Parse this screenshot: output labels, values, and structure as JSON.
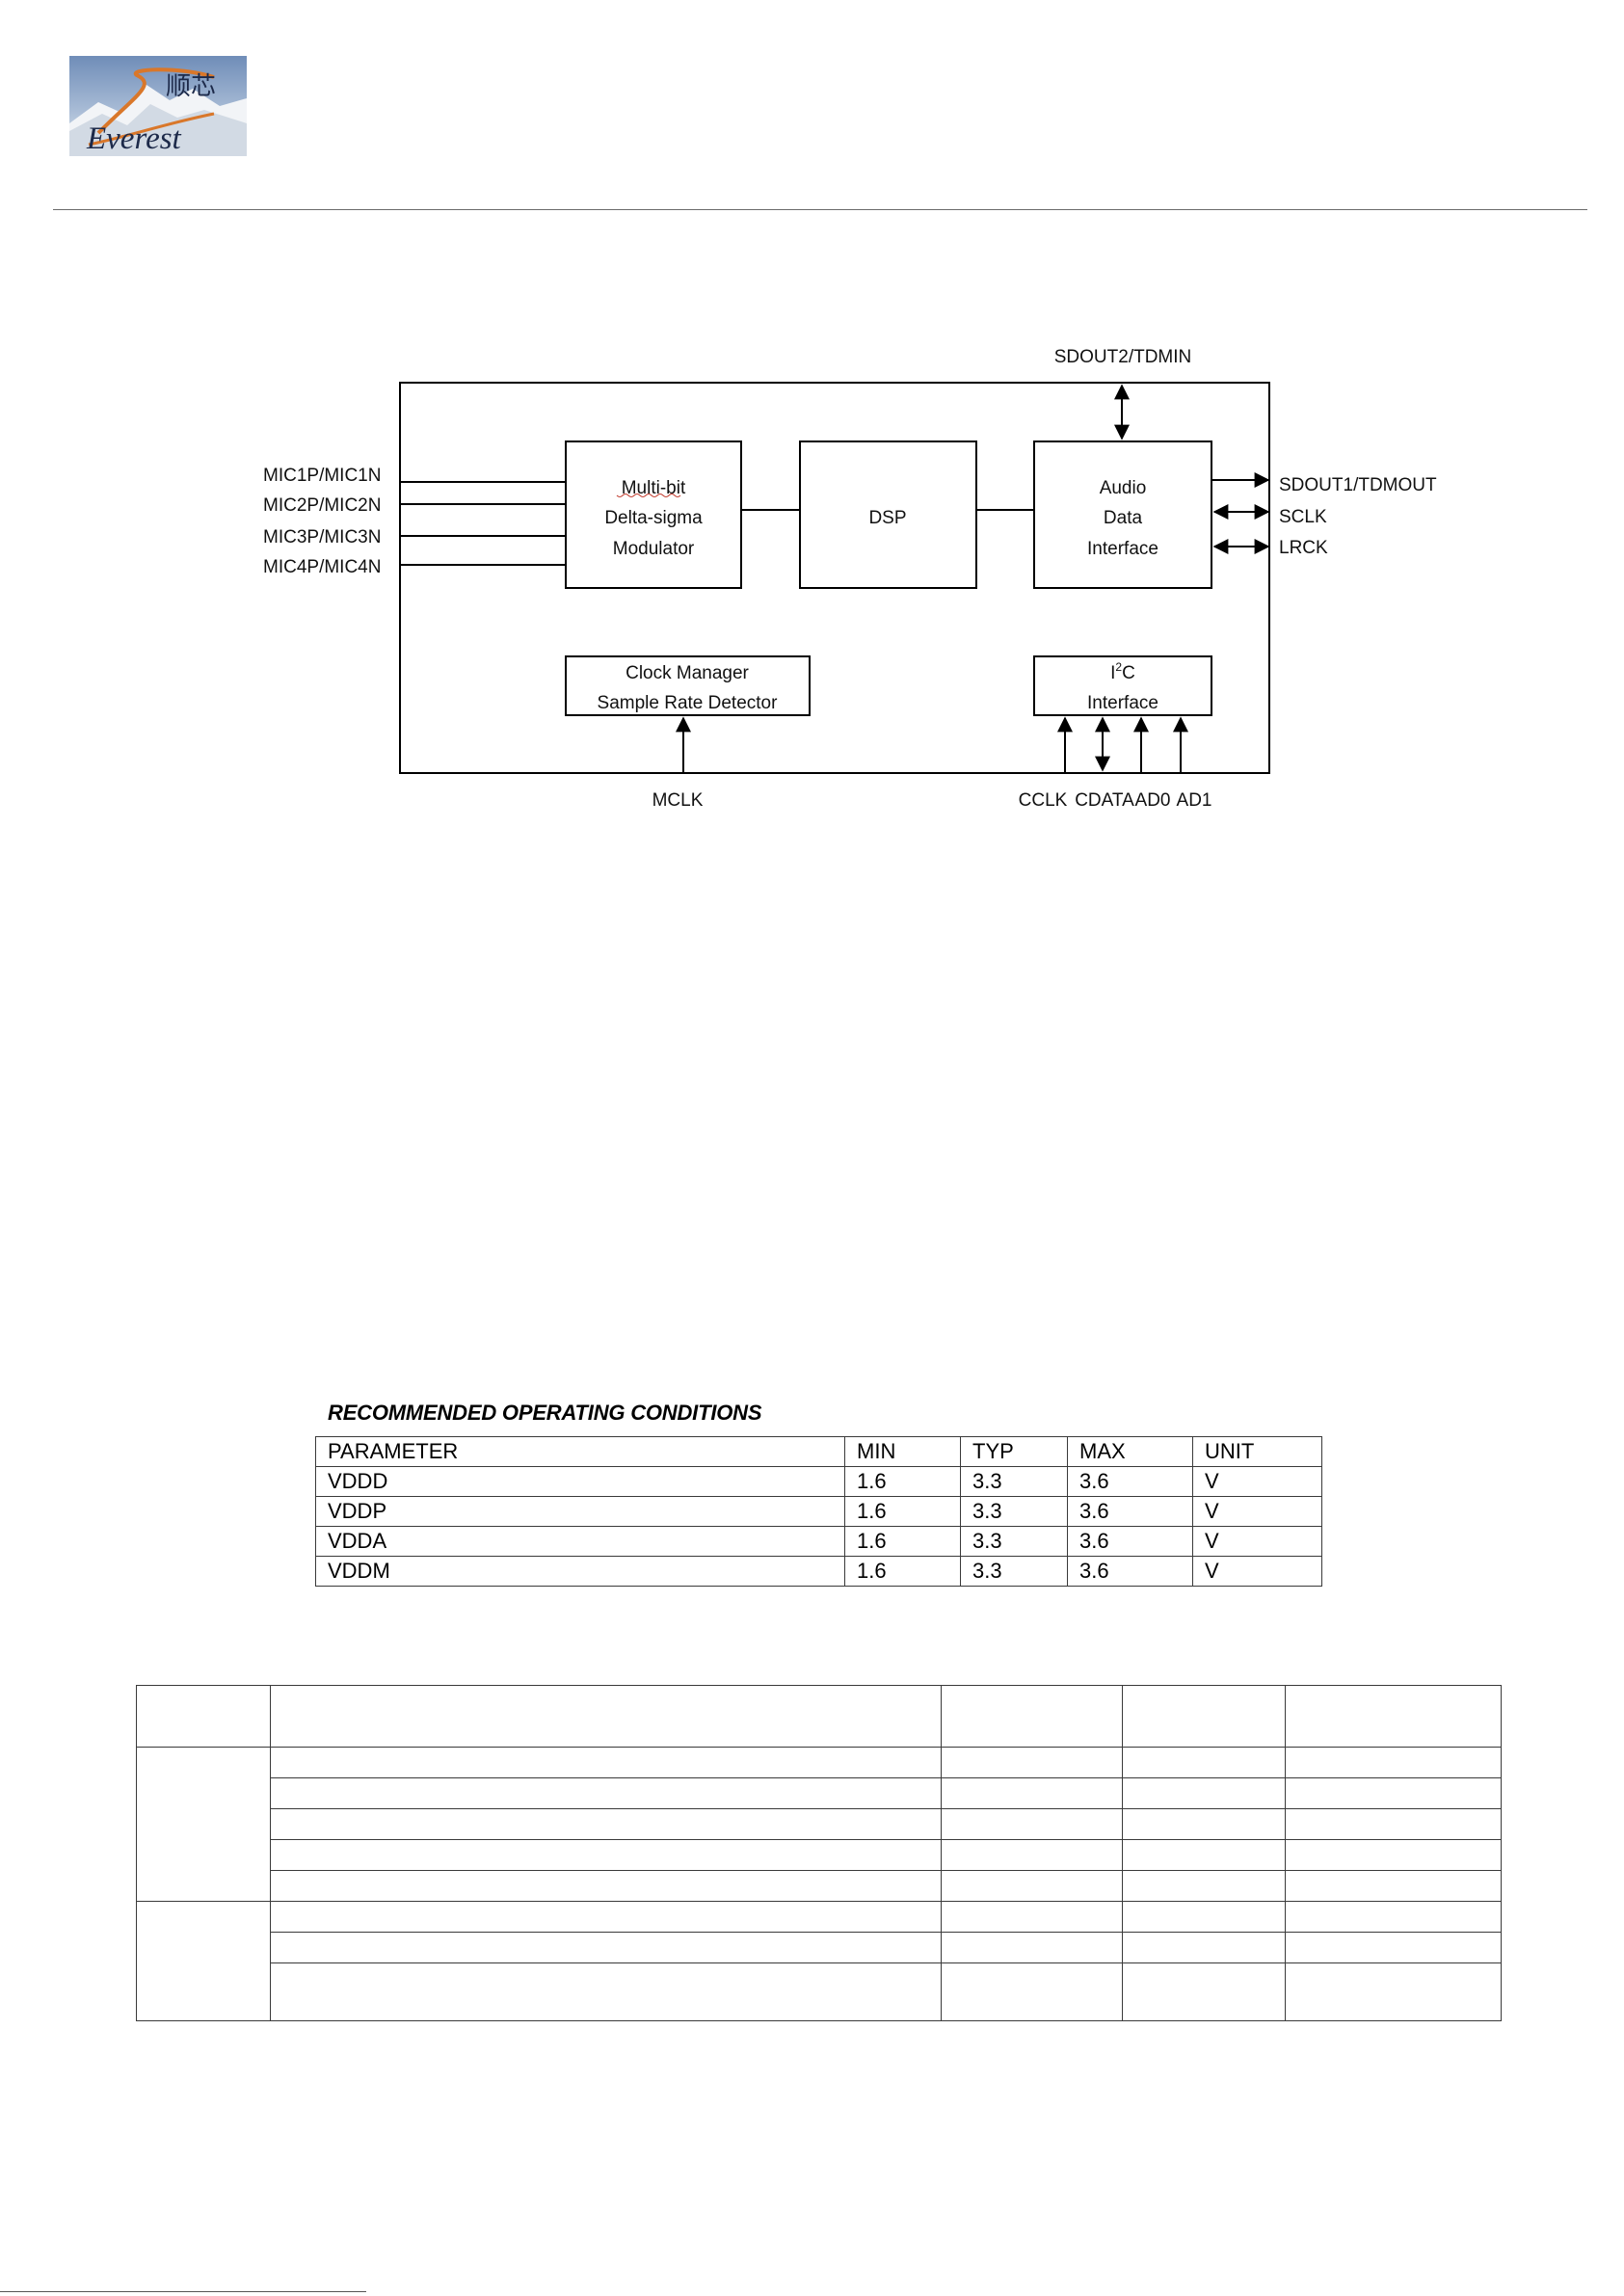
{
  "header": {
    "logo_text_cn": "顺芯",
    "logo_text_en": "Everest"
  },
  "block_diagram": {
    "inputs": [
      "MIC1P/MIC1N",
      "MIC2P/MIC2N",
      "MIC3P/MIC3N",
      "MIC4P/MIC4N"
    ],
    "modulator_lines": [
      "Multi-bit",
      "Delta-sigma",
      "Modulator"
    ],
    "dsp": "DSP",
    "audio_lines": [
      "Audio",
      "Data",
      "Interface"
    ],
    "clock_lines": [
      "Clock Manager",
      "Sample Rate Detector"
    ],
    "i2c_prefix": "I",
    "i2c_sup": "2",
    "i2c_suffix": "C",
    "i2c_line2": "Interface",
    "top_pin": "SDOUT2/TDMIN",
    "right_pins": [
      "SDOUT1/TDMOUT",
      "SCLK",
      "LRCK"
    ],
    "mclk": "MCLK",
    "bottom_pins": [
      "CCLK",
      "CDATA",
      "AD0",
      "AD1"
    ]
  },
  "roc_table": {
    "title": "RECOMMENDED OPERATING CONDITIONS",
    "headers": [
      "PARAMETER",
      "MIN",
      "TYP",
      "MAX",
      "UNIT"
    ],
    "rows": [
      [
        "VDDD",
        "1.6",
        "3.3",
        "3.6",
        "V"
      ],
      [
        "VDDP",
        "1.6",
        "3.3",
        "3.6",
        "V"
      ],
      [
        "VDDA",
        "1.6",
        "3.3",
        "3.6",
        "V"
      ],
      [
        "VDDM",
        "1.6",
        "3.3",
        "3.6",
        "V"
      ]
    ]
  }
}
